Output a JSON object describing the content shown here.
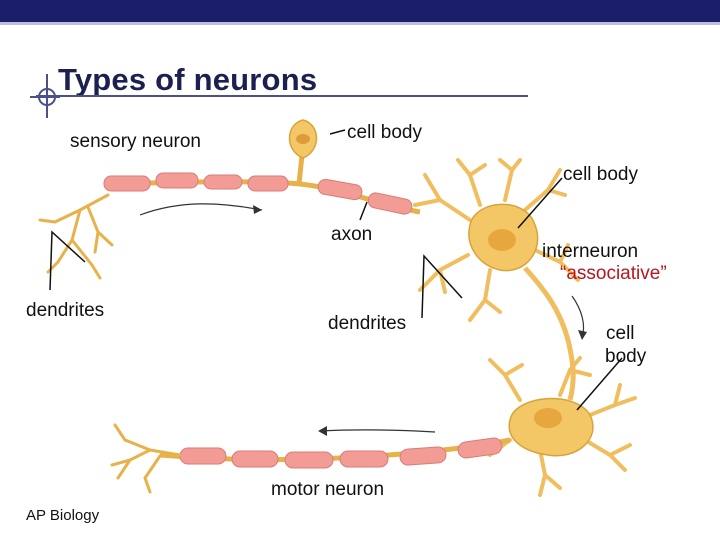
{
  "slide": {
    "title": "Types of neurons",
    "footer": "AP Biology"
  },
  "labels": {
    "sensory_neuron": "sensory neuron",
    "cell_body_sensory": "cell body",
    "cell_body_inter": "cell body",
    "axon": "axon",
    "interneuron": "interneuron",
    "associative": "“associative”",
    "dendrites_left": "dendrites",
    "dendrites_mid": "dendrites",
    "cell_body_motor_1": "cell",
    "cell_body_motor_2": "body",
    "motor_neuron": "motor neuron"
  },
  "colors": {
    "header_bar": "#1b1f6b",
    "neuron_fill": "#f4c766",
    "myelin_fill": "#f39c96",
    "label_accent": "#b8161f"
  }
}
